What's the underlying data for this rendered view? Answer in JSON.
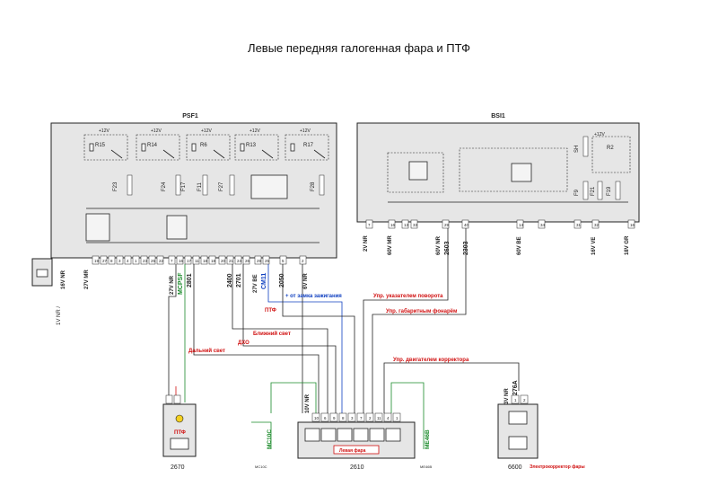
{
  "title": "Левые передняя галогенная фара и  ПТФ",
  "modules": {
    "psf1": "PSF1",
    "bsi1": "BSI1"
  },
  "relays": [
    "R15",
    "R14",
    "R6",
    "R13",
    "R17"
  ],
  "fuses_psf": [
    "F23",
    "F24",
    "F17",
    "F11",
    "F27",
    "F28"
  ],
  "bsi_parts": [
    "R2",
    "SH",
    "F9",
    "F21",
    "F19"
  ],
  "supply": "+12V",
  "psf_pins": [
    "19",
    "27",
    "8",
    "3",
    "4",
    "1",
    "23",
    "25",
    "22",
    "7",
    "16",
    "17",
    "11",
    "18",
    "18",
    "20",
    "21",
    "24",
    "26",
    "29",
    "25",
    "5",
    "2"
  ],
  "bsi_pins": [
    "7",
    "16",
    "13",
    "33",
    "29",
    "40",
    "14",
    "34",
    "31",
    "32",
    "16"
  ],
  "wire_codes": {
    "w27vmr_left": "27V MR",
    "w16vnr": "16V NR",
    "w1vnr": "1V NR /",
    "w27vnr": "27V NR",
    "mcpsf": "MCPSF",
    "w2801": "2801",
    "w2400": "2400",
    "w2701": "2701",
    "w27vbe": "27V BE",
    "cm11": "CM11",
    "w2050": "2050",
    "w6vnr": "6V NR",
    "w2vnr": "2V NR",
    "w60vmr": "60V MR",
    "w60vnr": "60V NR",
    "w2603": "2603",
    "w2303": "2303",
    "w60vbe": "60V BE",
    "w16vve": "16V VE",
    "w18vgr": "18V GR",
    "w10vnr": "10V NR",
    "w3vnr": "3V NR",
    "w276a": "276A",
    "mc10c": "MC10C",
    "me46b": "ME46B",
    "mc10c_small": "MC10C",
    "me46b_small": "ME46B"
  },
  "signals": {
    "ignition": "+ от замка зажигания",
    "turn": "Упр. указателем поворота",
    "fog": "ПТФ",
    "marker": "Упр. габаритным фонарём",
    "low_beam": "Ближний свет",
    "drl": "ДХО",
    "high_beam": "Дальний свет",
    "corrector": "Упр. двигателем корректора"
  },
  "components": {
    "c2670": {
      "id": "2670",
      "label": "ПТФ"
    },
    "c2610": {
      "id": "2610",
      "label": "Левая фара",
      "pins": [
        "10",
        "6",
        "9",
        "8",
        "3",
        "7",
        "2",
        "11",
        "4",
        "1"
      ]
    },
    "c6600": {
      "id": "6600",
      "label": "Электрокорректор фары",
      "pins": [
        "1",
        "2"
      ]
    }
  },
  "colors": {
    "signal_red": "#d01010",
    "signal_blue": "#1040c0",
    "ground_green": "#1a8a2a"
  }
}
